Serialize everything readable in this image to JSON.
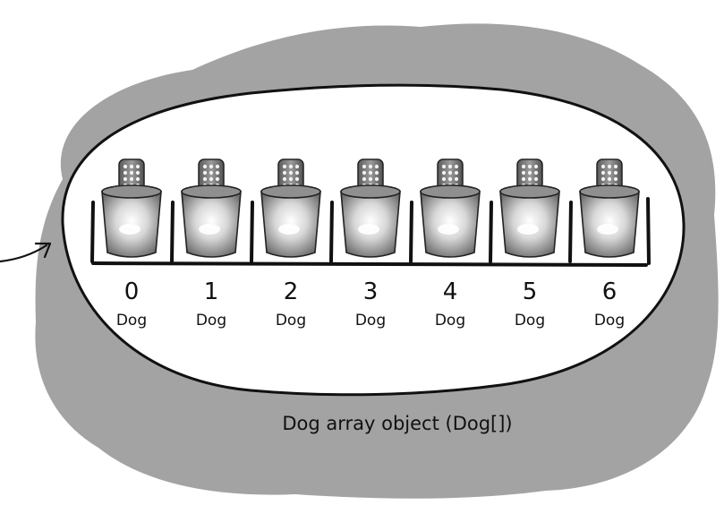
{
  "diagram": {
    "caption": "Dog array object (Dog[])",
    "cells": [
      {
        "index": "0",
        "type": "Dog"
      },
      {
        "index": "1",
        "type": "Dog"
      },
      {
        "index": "2",
        "type": "Dog"
      },
      {
        "index": "3",
        "type": "Dog"
      },
      {
        "index": "4",
        "type": "Dog"
      },
      {
        "index": "5",
        "type": "Dog"
      },
      {
        "index": "6",
        "type": "Dog"
      }
    ],
    "colors": {
      "background_blob": "#a3a3a3",
      "object_fill": "#ffffff",
      "outline": "#111111",
      "cup_body": "#c9c9c9",
      "remote_body": "#8a8a8a"
    }
  }
}
